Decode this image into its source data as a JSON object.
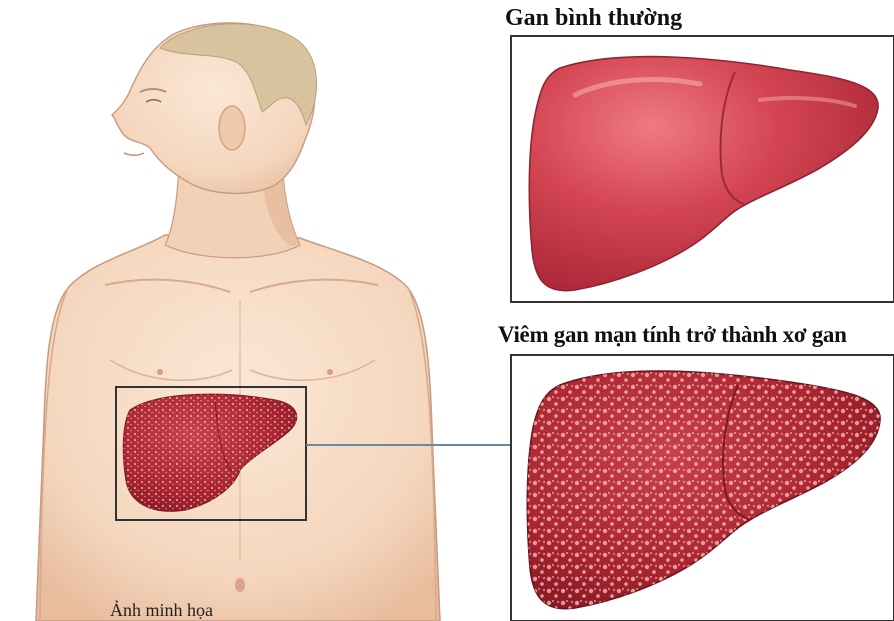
{
  "labels": {
    "normal_liver": "Gan bình thường",
    "cirrhosis": "Viêm gan mạn tính trở thành xơ gan",
    "caption": "Ảnh minh họa"
  },
  "colors": {
    "skin": "#f6dcc6",
    "skin_shadow": "#e9bfa2",
    "hair": "#d8c19e",
    "liver_normal": "#c9374a",
    "liver_normal_light": "#e2606e",
    "liver_cirrhotic": "#a9232f",
    "frame": "#333333",
    "connector": "#6b8a9a"
  }
}
